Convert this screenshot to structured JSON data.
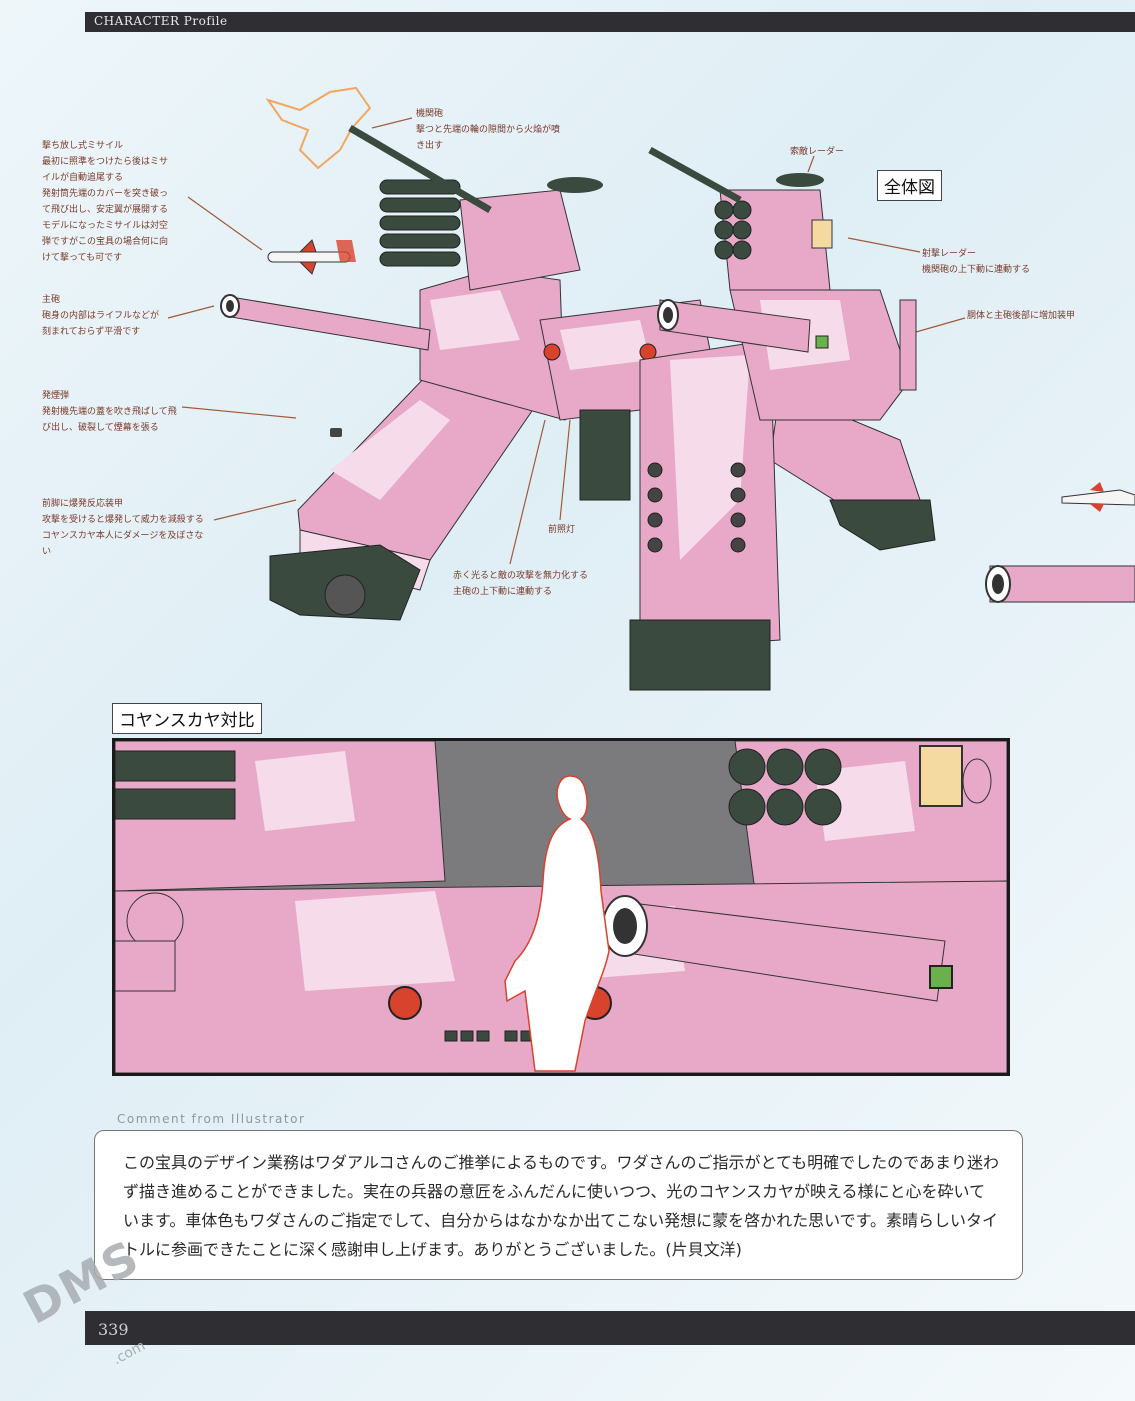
{
  "header": {
    "title": "CHARACTER Profile"
  },
  "labels": {
    "overview": "全体図",
    "comparison": "コヤンスカヤ対比"
  },
  "annotations": {
    "machine_gun": "機関砲\n撃つと先端の輪の隙間から火焔が噴\nき出す",
    "missile": "撃ち放し式ミサイル\n最初に照準をつけたら後はミサ\nイルが自動追尾する\n発射筒先端のカバーを突き破っ\nて飛び出し、安定翼が展開する\nモデルになったミサイルは対空\n弾ですがこの宝具の場合何に向\nけて撃っても可です",
    "radar_search": "索敵レーダー",
    "radar_fire": "射撃レーダー\n機関砲の上下動に連動する",
    "armor": "胴体と主砲後部に増加装甲",
    "main_gun": "主砲\n砲身の内部はライフルなどが\n刻まれておらず平滑です",
    "smoke": "発煙弾\n発射機先端の蓋を吹き飛ばして飛\nび出し、破裂して煙幕を張る",
    "reactive_armor": "前脚に爆発反応装甲\n攻撃を受けると爆発して威力を減殺する\nコヤンスカヤ本人にダメージを及ぼさな\nい",
    "headlight": "前照灯",
    "red_light": "赤く光ると敵の攻撃を無力化する\n主砲の上下動に連動する"
  },
  "comment": {
    "heading": "Comment from Illustrator",
    "body": "この宝具のデザイン業務はワダアルコさんのご推挙によるものです。ワダさんのご指示がとても明確でしたのであまり迷わず描き進めることができました。実在の兵器の意匠をふんだんに使いつつ、光のコヤンスカヤが映える様にと心を砕いています。車体色もワダさんのご指定でして、自分からはなかなか出てこない発想に蒙を啓かれた思いです。素晴らしいタイトルに参画できたことに深く感謝申し上げます。ありがとうございました。(片貝文洋)"
  },
  "footer": {
    "page_number": "339"
  },
  "watermark": {
    "main": "DMS",
    "sub": ".com"
  },
  "colors": {
    "pink": "#e8a9c9",
    "light_pink": "#f6dcea",
    "dark_green": "#3a4a3f",
    "bar": "#2f2f33",
    "red": "#d8432e",
    "annotation_text": "#7a3a2a"
  }
}
